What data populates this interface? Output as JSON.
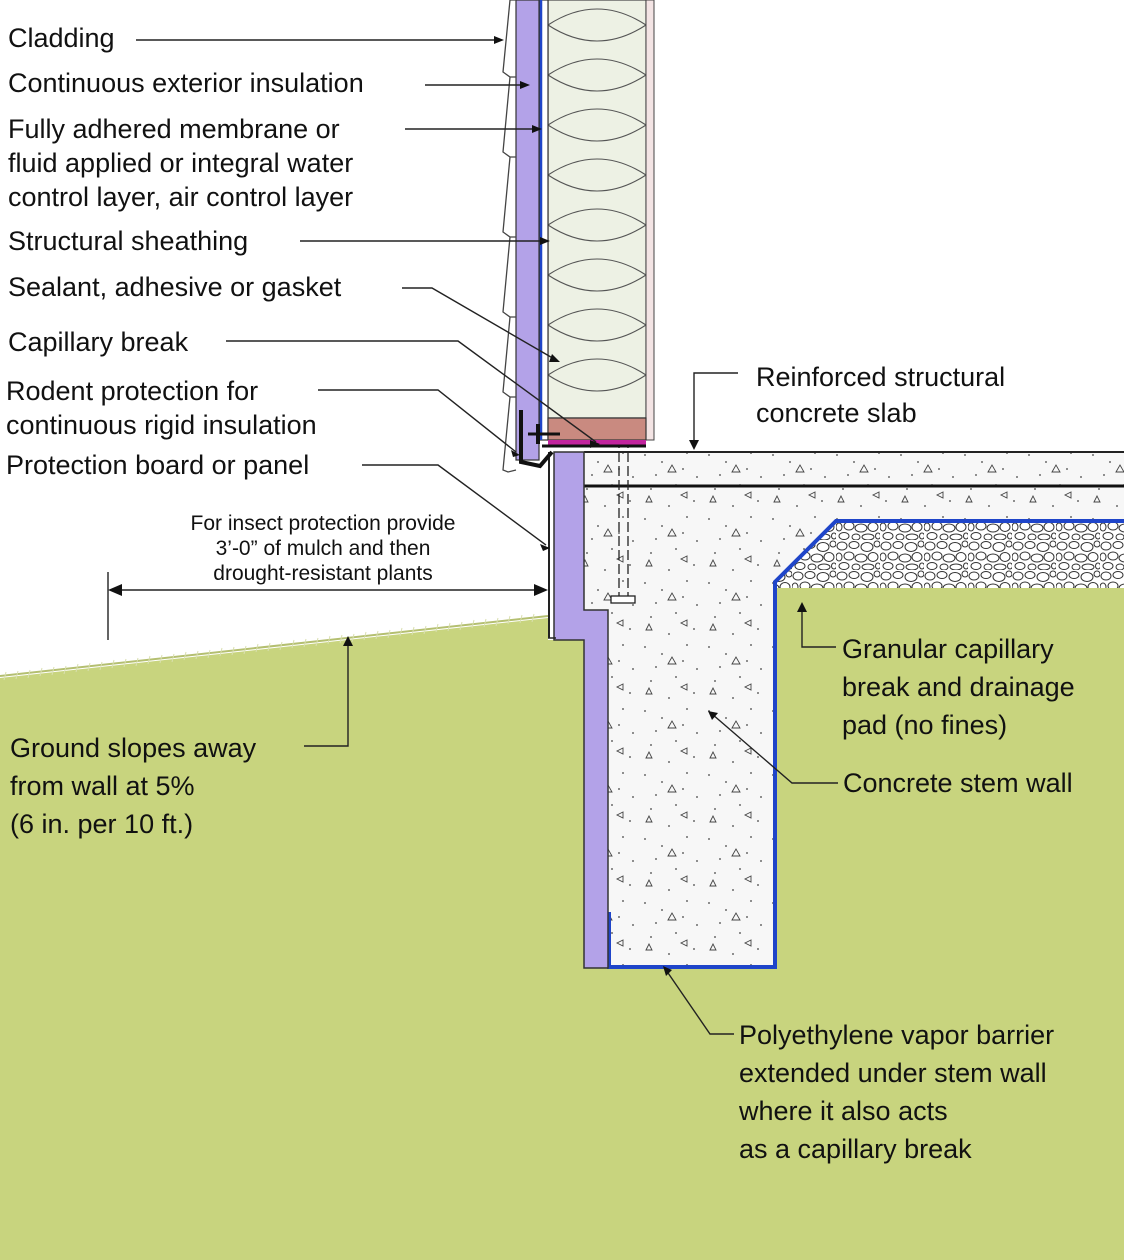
{
  "labels": {
    "cladding": "Cladding",
    "continuous_exterior_insulation": "Continuous exterior insulation",
    "water_control_layer": "Fully adhered membrane or\nfluid applied or integral water\ncontrol layer, air control layer",
    "structural_sheathing": "Structural sheathing",
    "sealant": "Sealant, adhesive or gasket",
    "capillary_break": "Capillary break",
    "rodent_protection": "Rodent protection for\ncontinuous rigid insulation",
    "protection_board": "Protection board or panel",
    "insect_protection": "For insect protection provide\n3’-0” of mulch and then\ndrought-resistant plants",
    "ground_slope": "Ground slopes away\nfrom wall at 5%\n(6 in. per 10 ft.)",
    "concrete_slab": "Reinforced structural\nconcrete slab",
    "granular_pad": "Granular capillary\nbreak and drainage\npad (no fines)",
    "stem_wall": "Concrete stem wall",
    "vapor_barrier": "Polyethylene vapor barrier\nextended under stem wall\nwhere it also acts\nas a capillary break"
  },
  "colors": {
    "ground": "#c8d47e",
    "rigid_insulation": "#b3a2e8",
    "batt_insulation": "#edf1e4",
    "concrete": "#f7f7f7",
    "sill_plate": "#c98a80",
    "capillary_gasket": "#c2249e",
    "vapor_barrier": "#1f45c9"
  }
}
